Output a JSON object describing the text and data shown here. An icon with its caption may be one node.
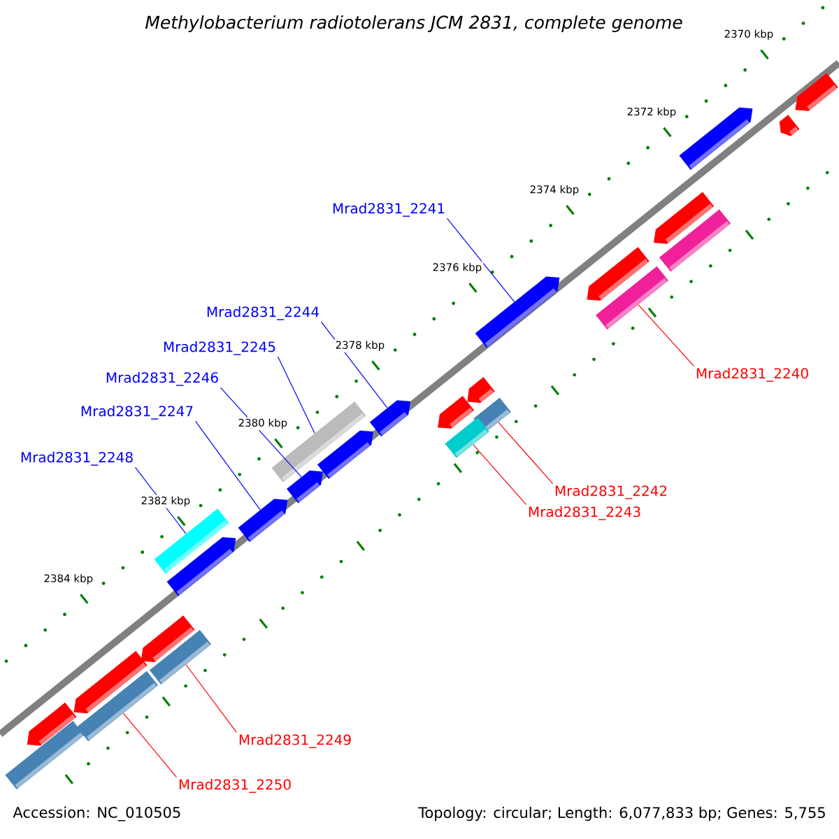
{
  "diagram": {
    "title": "Methylobacterium radiotolerans JCM 2831, complete genome",
    "nodes": [
      {
        "text": [
          "Mrad2831_2241"
        ]
      },
      {
        "text": [
          "Mrad2831_2244"
        ]
      },
      {
        "text": [
          "Mrad2831_2245"
        ]
      },
      {
        "text": [
          "Mrad2831_2240"
        ]
      },
      {
        "text": [
          "Mrad2831_2246"
        ]
      },
      {
        "text": [
          "Mrad2831_2247"
        ]
      },
      {
        "text": [
          "Mrad2831_2248"
        ]
      },
      {
        "text": [
          "Mrad2831_2242"
        ]
      },
      {
        "text": [
          "Mrad2831_2243"
        ]
      },
      {
        "text": [
          "Mrad2831_2249"
        ]
      },
      {
        "text": [
          "Mrad2831_2250"
        ]
      },
      {
        "text": [],
        "shape": "bar"
      },
      {
        "text": [],
        "shape": "bar"
      },
      {
        "text": [],
        "shape": "bar"
      },
      {
        "text": [],
        "shape": "bar"
      },
      {
        "text": [],
        "shape": "bar"
      },
      {
        "text": [],
        "shape": "bar"
      },
      {
        "text": [],
        "shape": "bar"
      },
      {
        "text": [],
        "shape": "bar"
      },
      {
        "text": [],
        "shape": "bar"
      },
      {
        "text": [],
        "shape": "bar"
      },
      {
        "text": [],
        "shape": "bar"
      },
      {
        "text": [],
        "shape": "bar"
      },
      {
        "text": [],
        "shape": "bar"
      },
      {
        "text": [],
        "shape": "bar"
      },
      {
        "text": [],
        "shape": "bar"
      },
      {
        "text": [],
        "shape": "bar"
      },
      {
        "text": [],
        "shape": "bar"
      },
      {
        "text": [],
        "shape": "bar"
      },
      {
        "text": [],
        "shape": "bar"
      },
      {
        "text": [],
        "shape": "bar"
      },
      {
        "text": [],
        "shape": "bar"
      },
      {
        "text": [],
        "shape": "bar"
      },
      {
        "text": [],
        "shape": "bar"
      },
      {
        "text": [],
        "shape": "bar"
      },
      {
        "text": [],
        "shape": "bar"
      }
    ],
    "edges": [
      {
        "from": 0,
        "to": 18,
        "arrow": "none"
      },
      {
        "from": 1,
        "to": 20,
        "arrow": "none"
      },
      {
        "from": 2,
        "to": 24,
        "arrow": "none"
      },
      {
        "from": 3,
        "to": 17,
        "arrow": "none",
        "color": "#ff0000"
      },
      {
        "from": 4,
        "to": 26,
        "arrow": "none"
      },
      {
        "from": 5,
        "to": 27,
        "arrow": "none"
      },
      {
        "from": 6,
        "to": 28,
        "arrow": "none"
      },
      {
        "from": 7,
        "to": 22,
        "arrow": "none",
        "color": "#ff0000"
      },
      {
        "from": 8,
        "to": 23,
        "arrow": "none",
        "color": "#ff0000"
      },
      {
        "from": 9,
        "to": 31,
        "arrow": "none",
        "color": "#ff0000"
      },
      {
        "from": 10,
        "to": 33,
        "arrow": "none",
        "color": "#ff0000"
      }
    ],
    "labels": [
      "2370 kbp",
      "2372 kbp",
      "2374 kbp",
      "2376 kbp",
      "2378 kbp",
      "2380 kbp",
      "2382 kbp",
      "2384 kbp",
      "Accession: NC_010505",
      "Topology: circular; Length: 6,077,833 bp; Genes: 5,755"
    ]
  }
}
